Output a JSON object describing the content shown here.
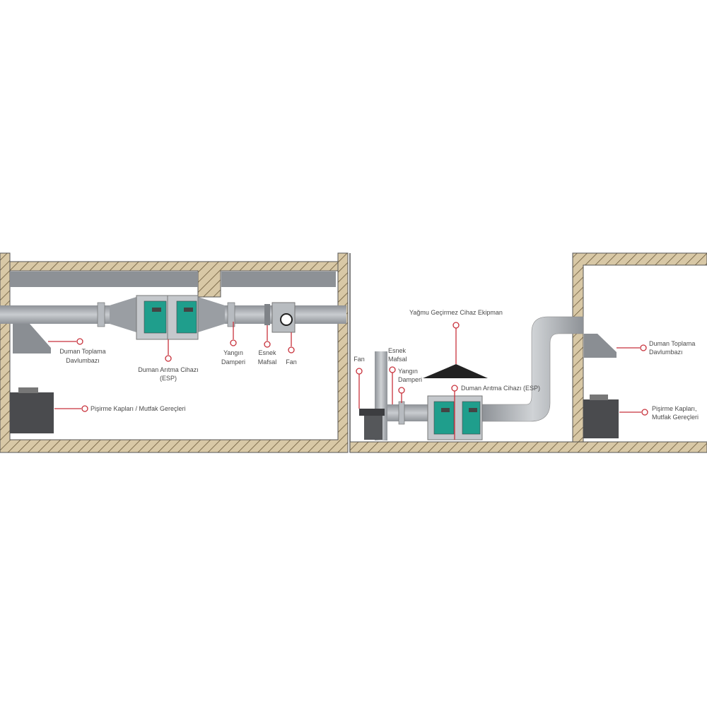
{
  "colors": {
    "wall": "#d8c8a6",
    "hatch": "#6b5a3a",
    "duct": "#a9adb2",
    "esp_panel": "#1f9e8c",
    "equipment": "#4a4b4e",
    "leader": "#c8323c"
  },
  "indoor": {
    "hood": [
      "Duman Toplama",
      "Davlumbazı"
    ],
    "esp": [
      "Duman Arıtma Cihazı",
      "(ESP)"
    ],
    "damper": [
      "Yangın",
      "Damperi"
    ],
    "joint": [
      "Esnek",
      "Mafsal"
    ],
    "fan": "Fan",
    "cooking": "Pişirme Kapları / Mutfak Gereçleri"
  },
  "outdoor": {
    "rain_cap": "Yağmu Geçirmez Cihaz Ekipman",
    "fan": "Fan",
    "joint": [
      "Esnek",
      "Mafsal"
    ],
    "damper": [
      "Yangın",
      "Damperi"
    ],
    "esp": "Duman Arıtma Cihazı (ESP)",
    "hood": [
      "Duman Toplama",
      "Davlumbazı"
    ],
    "cooking": [
      "Pişirme Kapları,",
      "Mutfak Gereçleri"
    ]
  }
}
